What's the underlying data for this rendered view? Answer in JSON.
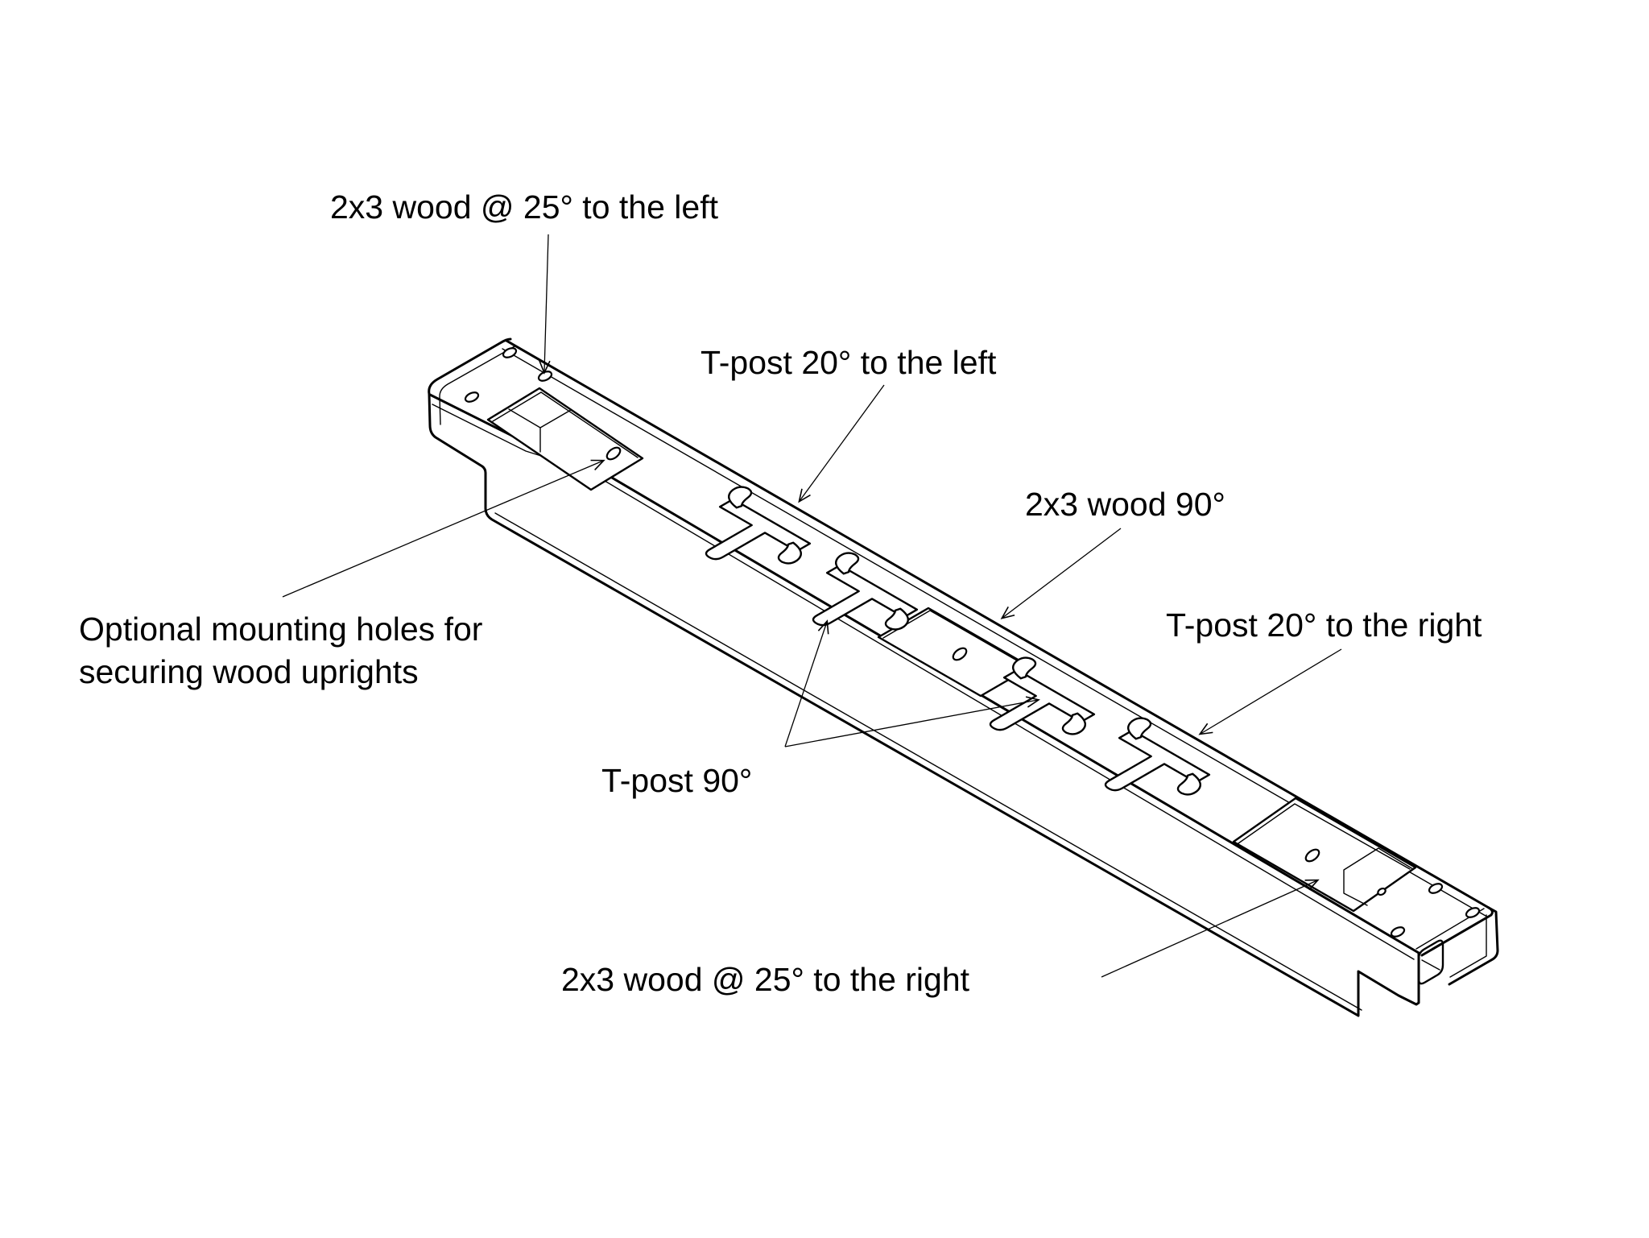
{
  "diagram": {
    "title_implicit": "Fence bracket cutout diagram",
    "background_color": "#ffffff",
    "line_color": "#000000",
    "labels": {
      "wood_25_left": "2x3 wood @ 25° to the left",
      "tpost_20_left": "T-post 20° to the left",
      "wood_90": "2x3 wood 90°",
      "tpost_20_right": "T-post 20° to the right",
      "optional_holes_line1": "Optional mounting holes for",
      "optional_holes_line2": "securing wood uprights",
      "tpost_90": "T-post 90°",
      "wood_25_right": "2x3 wood @ 25° to the right"
    },
    "features": {
      "wood_cutouts": [
        "25° left slot",
        "90° slot",
        "25° right slot"
      ],
      "tpost_cutouts": [
        "20° left",
        "90°",
        "90°",
        "20° right"
      ],
      "mounting_holes_left_end": 3,
      "mounting_holes_right_end": 3
    }
  }
}
